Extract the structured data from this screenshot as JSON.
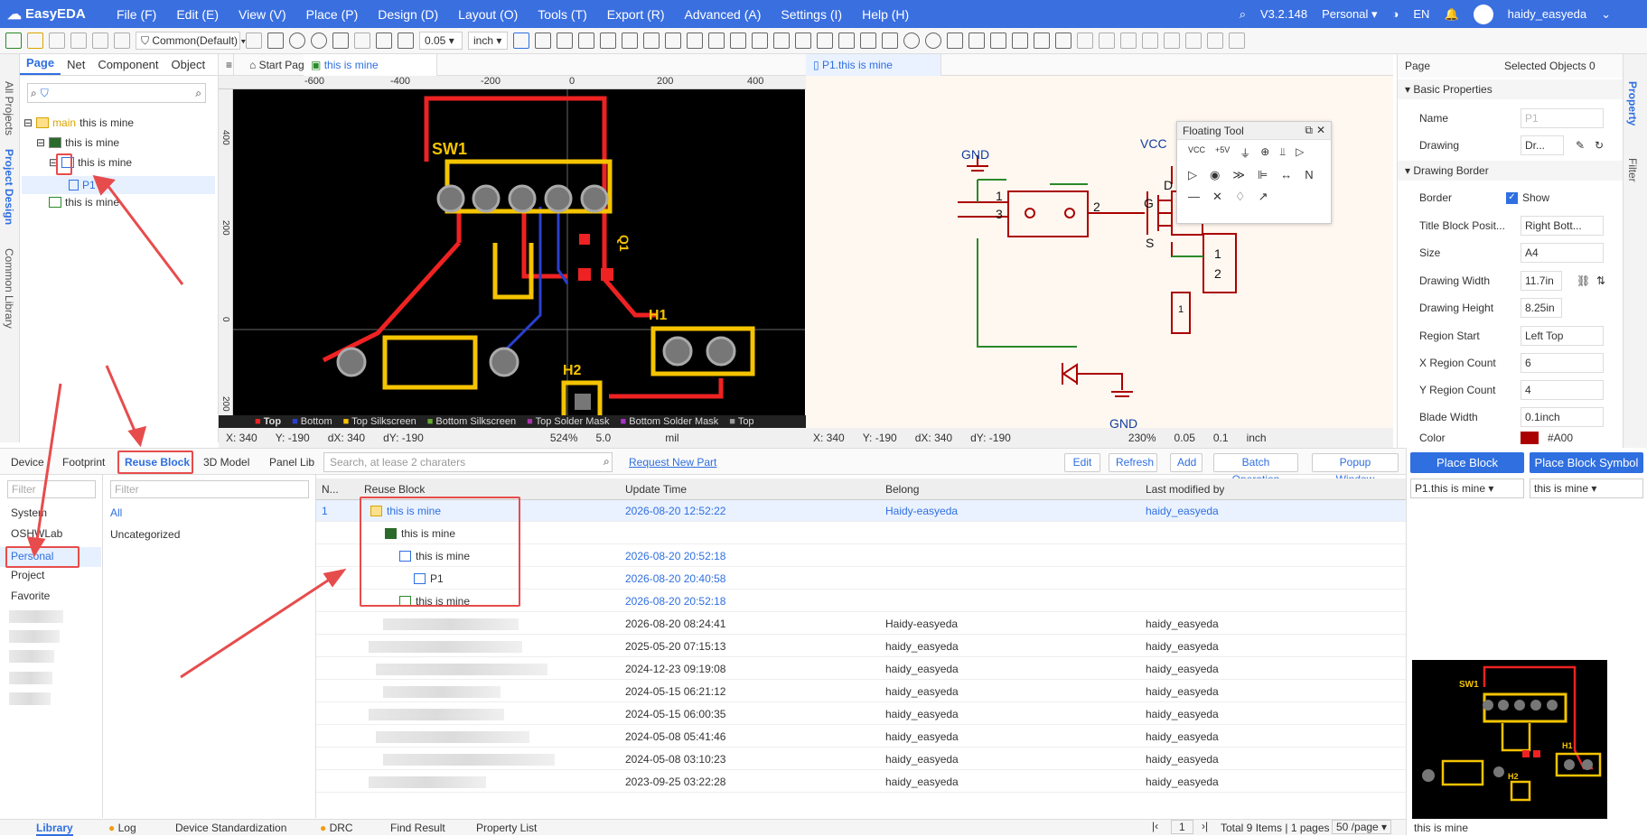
{
  "app": {
    "logo": "EasyEDA",
    "version": "V3.2.148",
    "workspace": "Personal",
    "lang": "EN",
    "user": "haidy_easyeda"
  },
  "menu": [
    "File (F)",
    "Edit (E)",
    "View (V)",
    "Place (P)",
    "Design (D)",
    "Layout (O)",
    "Tools (T)",
    "Export (R)",
    "Advanced (A)",
    "Settings (I)",
    "Help (H)"
  ],
  "toolbar": {
    "filter": "Common(Default)",
    "grid": "0.05",
    "unit": "inch"
  },
  "left_vertical": [
    "All Projects",
    "Project Design",
    "Common Library"
  ],
  "tree": {
    "tabs": [
      "Page",
      "Net",
      "Component",
      "Object"
    ],
    "items": [
      {
        "tag": "main",
        "label": "this is mine"
      },
      {
        "label": "this is mine"
      },
      {
        "label": "this is mine"
      },
      {
        "label": "P1"
      },
      {
        "label": "this is mine"
      }
    ]
  },
  "doc_tabs": [
    "Start Page",
    "this is mine",
    "P1.this is mine"
  ],
  "pcb": {
    "ruler": [
      "-600",
      "-400",
      "-200",
      "0",
      "200",
      "400"
    ],
    "ruler_v": [
      "400",
      "200",
      "0",
      "200"
    ],
    "labels": [
      "SW1",
      "H1",
      "H2",
      "Q1"
    ],
    "layers": [
      "Top",
      "Bottom",
      "Top Silkscreen",
      "Bottom Silkscreen",
      "Top Solder Mask",
      "Bottom Solder Mask",
      "Top"
    ],
    "status": {
      "x": "X:  340",
      "y": "Y:  -190",
      "dx": "dX:  340",
      "dy": "dY:  -190",
      "zoom": "524%",
      "grid": "5.0",
      "unit": "mil"
    }
  },
  "sch": {
    "labels": [
      "GND",
      "VCC",
      "1",
      "3",
      "2",
      "G",
      "D",
      "S",
      "1",
      "2",
      "1",
      "GND"
    ],
    "status": {
      "x": "X:  340",
      "y": "Y:  -190",
      "dx": "dX:  340",
      "dy": "dY:  -190",
      "zoom": "230%",
      "grid": "0.05",
      "snap": "0.1",
      "unit": "inch"
    }
  },
  "floating_tool": {
    "title": "Floating Tool",
    "row1": [
      "VCC",
      "+5V",
      "⏚",
      "⊕",
      "⫫",
      "▷"
    ],
    "row2": [
      "▷",
      "◉",
      "≫",
      "⊫",
      "↔",
      "N"
    ],
    "row3": [
      "—",
      "✕",
      "♢",
      "↗"
    ]
  },
  "props": {
    "header": "Page",
    "selected": "Selected Objects  0",
    "basic": "Basic Properties",
    "name_label": "Name",
    "name_value": "P1",
    "drawing_label": "Drawing",
    "drawing_value": "Dr...",
    "border_section": "Drawing Border",
    "rows": [
      {
        "label": "Border",
        "value": "Show"
      },
      {
        "label": "Title Block Posit...",
        "value": "Right Bott..."
      },
      {
        "label": "Size",
        "value": "A4"
      },
      {
        "label": "Drawing Width",
        "value": "11.7in"
      },
      {
        "label": "Drawing Height",
        "value": "8.25in"
      },
      {
        "label": "Region Start",
        "value": "Left Top"
      },
      {
        "label": "X Region Count",
        "value": "6"
      },
      {
        "label": "Y Region Count",
        "value": "4"
      },
      {
        "label": "Blade Width",
        "value": "0.1inch"
      },
      {
        "label": "Color",
        "value": "#A00"
      }
    ]
  },
  "right_vertical": [
    "Property",
    "Filter"
  ],
  "lib_tabs": [
    "Device",
    "Footprint",
    "Reuse Block",
    "3D Model",
    "Panel Lib"
  ],
  "search": {
    "placeholder": "Search, at lease 2 charaters",
    "request": "Request New Part"
  },
  "lib_buttons": [
    "Edit",
    "Refresh",
    "Add",
    "Batch Operation",
    "Popup Window"
  ],
  "categories": {
    "filter": "Filter",
    "items": [
      "System",
      "OSHWLab",
      "Personal",
      "Project",
      "Favorite"
    ],
    "filter2": "Filter",
    "sub": [
      "All",
      "Uncategorized"
    ]
  },
  "table": {
    "headers": [
      "N...",
      "Reuse Block",
      "Update Time",
      "Belong",
      "Last modified by"
    ],
    "rows": [
      {
        "n": "1",
        "block": "this is mine",
        "time": "2026-08-20 12:52:22",
        "belong": "Haidy-easyeda",
        "by": "haidy_easyeda"
      },
      {
        "n": "",
        "block": "this is mine",
        "time": "",
        "belong": "",
        "by": ""
      },
      {
        "n": "",
        "block": "this is mine",
        "time": "2026-08-20 20:52:18",
        "belong": "",
        "by": ""
      },
      {
        "n": "",
        "block": "P1",
        "time": "2026-08-20 20:40:58",
        "belong": "",
        "by": ""
      },
      {
        "n": "",
        "block": "this is mine",
        "time": "2026-08-20 20:52:18",
        "belong": "",
        "by": ""
      },
      {
        "n": "",
        "block": "",
        "time": "2026-08-20 08:24:41",
        "belong": "Haidy-easyeda",
        "by": "haidy_easyeda"
      },
      {
        "n": "",
        "block": "",
        "time": "2025-05-20 07:15:13",
        "belong": "haidy_easyeda",
        "by": "haidy_easyeda"
      },
      {
        "n": "",
        "block": "",
        "time": "2024-12-23 09:19:08",
        "belong": "haidy_easyeda",
        "by": "haidy_easyeda"
      },
      {
        "n": "",
        "block": "",
        "time": "2024-05-15 06:21:12",
        "belong": "haidy_easyeda",
        "by": "haidy_easyeda"
      },
      {
        "n": "",
        "block": "",
        "time": "2024-05-15 06:00:35",
        "belong": "haidy_easyeda",
        "by": "haidy_easyeda"
      },
      {
        "n": "",
        "block": "",
        "time": "2024-05-08 05:41:46",
        "belong": "haidy_easyeda",
        "by": "haidy_easyeda"
      },
      {
        "n": "",
        "block": "",
        "time": "2024-05-08 03:10:23",
        "belong": "haidy_easyeda",
        "by": "haidy_easyeda"
      },
      {
        "n": "",
        "block": "",
        "time": "2023-09-25 03:22:28",
        "belong": "haidy_easyeda",
        "by": "haidy_easyeda"
      }
    ]
  },
  "place": {
    "block": "Place Block",
    "symbol": "Place Block Symbol",
    "sel1": "P1.this is mine",
    "sel2": "this is mine",
    "preview_name": "this is mine"
  },
  "bottom_tabs": [
    "Library",
    "Log",
    "Device Standardization",
    "DRC",
    "Find Result",
    "Property List"
  ],
  "pager": {
    "page": "1",
    "total": "Total 9 Items | 1 pages",
    "per": "50 /page"
  }
}
